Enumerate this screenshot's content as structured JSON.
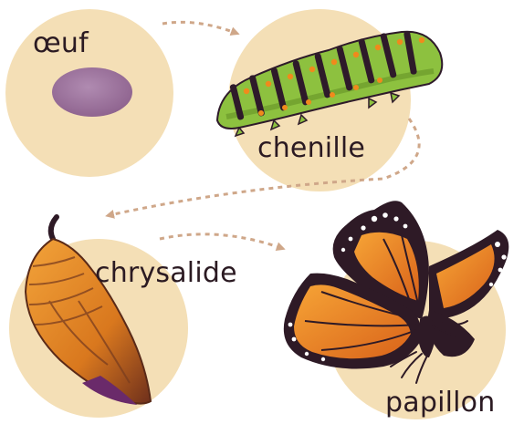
{
  "colors": {
    "circle": "#f4dfb6",
    "arrow": "#cfa789",
    "egg": "#9a6c99",
    "caterpillar_green": "#8dc13f",
    "caterpillar_dark": "#2e1a2a",
    "caterpillar_spot": "#f08a1c",
    "chrysalis_orange": "#e8931f",
    "chrysalis_brown": "#7a3d1f",
    "butterfly_orange": "#f28b1a",
    "butterfly_dark": "#2e1a26",
    "label": "#2b1a22"
  },
  "stages": {
    "egg": {
      "label": "œuf"
    },
    "caterpillar": {
      "label": "chenille"
    },
    "chrysalis": {
      "label": "chrysalide"
    },
    "butterfly": {
      "label": "papillon"
    }
  }
}
